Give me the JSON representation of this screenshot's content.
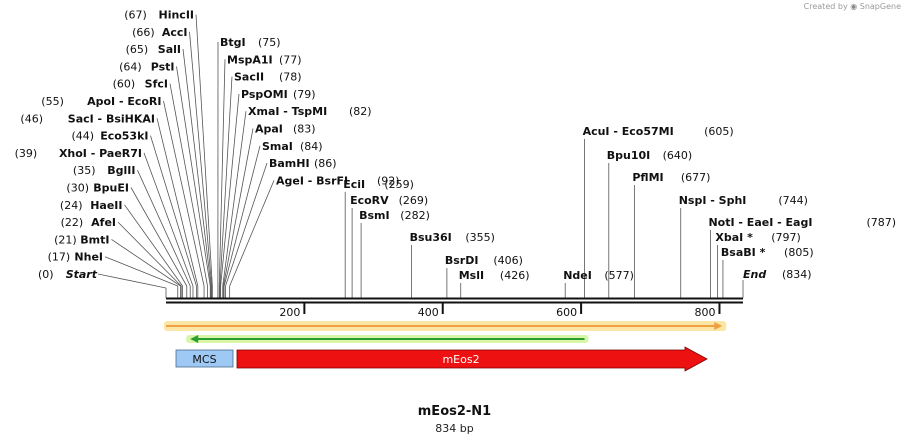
{
  "credit": {
    "text": "Created by",
    "brand": "SnapGene",
    "logo_icon": "snapgene-logo-icon"
  },
  "map": {
    "title": "mEos2-N1",
    "length_label": "834 bp",
    "length_bp": 834
  },
  "ruler_ticks": [
    {
      "bp": 200,
      "label": "200"
    },
    {
      "bp": 400,
      "label": "400"
    },
    {
      "bp": 600,
      "label": "600"
    },
    {
      "bp": 800,
      "label": "800"
    }
  ],
  "terminals": {
    "start": {
      "name": "Start",
      "pos": "(0)",
      "bp": 0
    },
    "end": {
      "name": "End",
      "pos": "(834)",
      "bp": 834
    }
  },
  "sites_left": [
    {
      "name": "NheI",
      "pos": "(17)",
      "bp": 17
    },
    {
      "name": "BmtI",
      "pos": "(21)",
      "bp": 21
    },
    {
      "name": "AfeI",
      "pos": "(22)",
      "bp": 22
    },
    {
      "name": "HaeII",
      "pos": "(24)",
      "bp": 24
    },
    {
      "name": "BpuEI",
      "pos": "(30)",
      "bp": 30
    },
    {
      "name": "BglII",
      "pos": "(35)",
      "bp": 35
    },
    {
      "name": "XhoI  - PaeR7I",
      "pos": "(39)",
      "bp": 39
    },
    {
      "name": "Eco53kI",
      "pos": "(44)",
      "bp": 44
    },
    {
      "name": "SacI  - BsiHKAI",
      "pos": "(46)",
      "bp": 46
    },
    {
      "name": "ApoI  - EcoRI",
      "pos": "(55)",
      "bp": 55
    },
    {
      "name": "SfcI",
      "pos": "(60)",
      "bp": 60
    },
    {
      "name": "PstI",
      "pos": "(64)",
      "bp": 64
    },
    {
      "name": "SalI",
      "pos": "(65)",
      "bp": 65
    },
    {
      "name": "AccI",
      "pos": "(66)",
      "bp": 66
    },
    {
      "name": "HincII",
      "pos": "(67)",
      "bp": 67
    }
  ],
  "sites_right_cluster": [
    {
      "name": "BtgI",
      "pos": "(75)",
      "bp": 75
    },
    {
      "name": "MspA1I",
      "pos": "(77)",
      "bp": 77
    },
    {
      "name": "SacII",
      "pos": "(78)",
      "bp": 78
    },
    {
      "name": "PspOMI",
      "pos": "(79)",
      "bp": 79
    },
    {
      "name": "XmaI  - TspMI",
      "pos": "(82)",
      "bp": 82
    },
    {
      "name": "ApaI",
      "pos": "(83)",
      "bp": 83
    },
    {
      "name": "SmaI",
      "pos": "(84)",
      "bp": 84
    },
    {
      "name": "BamHI",
      "pos": "(86)",
      "bp": 86
    },
    {
      "name": "AgeI  - BsrFI",
      "pos": "(92)",
      "bp": 92
    }
  ],
  "sites_mid": [
    {
      "name": "EciI",
      "pos": "(259)",
      "bp": 259
    },
    {
      "name": "EcoRV",
      "pos": "(269)",
      "bp": 269
    },
    {
      "name": "BsmI",
      "pos": "(282)",
      "bp": 282
    },
    {
      "name": "Bsu36I",
      "pos": "(355)",
      "bp": 355
    },
    {
      "name": "BsrDI",
      "pos": "(406)",
      "bp": 406
    },
    {
      "name": "MslI",
      "pos": "(426)",
      "bp": 426
    },
    {
      "name": "NdeI",
      "pos": "(577)",
      "bp": 577
    },
    {
      "name": "AcuI  - Eco57MI",
      "pos": "(605)",
      "bp": 605
    },
    {
      "name": "Bpu10I",
      "pos": "(640)",
      "bp": 640
    },
    {
      "name": "PflMI",
      "pos": "(677)",
      "bp": 677
    },
    {
      "name": "NspI  - SphI",
      "pos": "(744)",
      "bp": 744
    },
    {
      "name": "NotI  - EaeI  - EagI",
      "pos": "(787)",
      "bp": 787
    },
    {
      "name": "XbaI *",
      "pos": "(797)",
      "bp": 797
    },
    {
      "name": "BsaBI *",
      "pos": "(805)",
      "bp": 805
    }
  ],
  "features": {
    "orange_arrow": {
      "from_bp": 0,
      "to_bp": 804,
      "color": "#f0a040",
      "glow": "#fbe6a6"
    },
    "green_arrow": {
      "from_bp": 35,
      "to_bp": 605,
      "color": "#2e9e2e",
      "glow": "#d8f5a8"
    },
    "mcs": {
      "label": "MCS",
      "from_bp": 17,
      "to_bp": 98,
      "color": "#9ec9f5"
    },
    "meos2": {
      "label": "mEos2",
      "from_bp": 104,
      "to_bp": 804,
      "color": "#ee1111"
    }
  }
}
